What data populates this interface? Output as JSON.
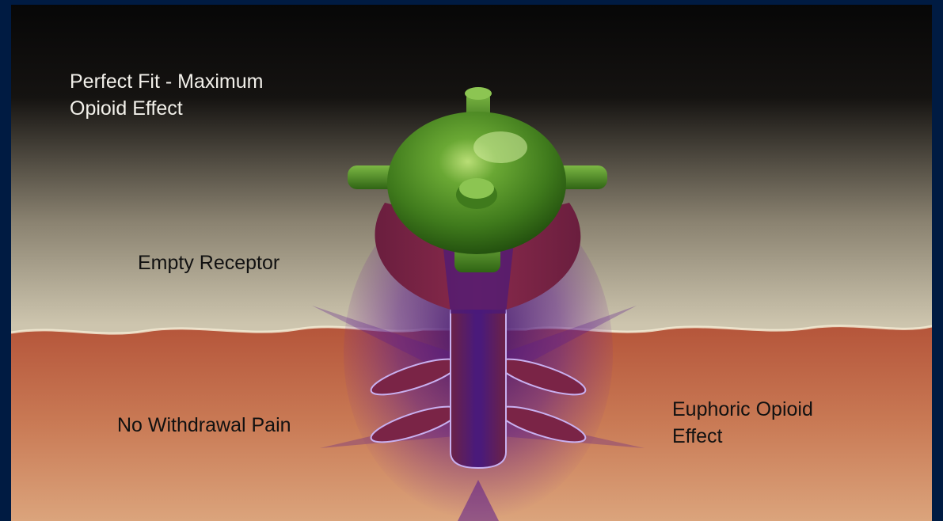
{
  "labels": {
    "title_line1": "Perfect Fit - Maximum",
    "title_line2": "Opioid Effect",
    "empty_receptor": "Empty Receptor",
    "no_withdrawal": "No Withdrawal Pain",
    "euphoric_line1": "Euphoric Opioid",
    "euphoric_line2": "Effect"
  },
  "colors": {
    "frame": "#001b42",
    "sky_top": "#0a0a0a",
    "sky_bottom": "#cdc5b0",
    "tissue_top": "#b8583a",
    "tissue_bottom": "#d9a27a",
    "receptor": "#7a2244",
    "receptor_glow": "#5a1a8c",
    "opioid": "#4c8a22"
  }
}
